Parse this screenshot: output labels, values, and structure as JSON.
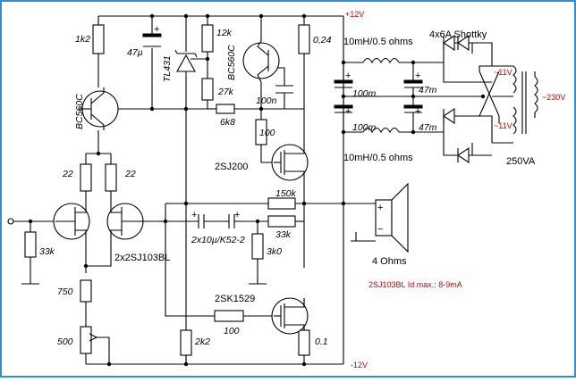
{
  "border_color": "#2f8fd8",
  "labels": {
    "vpos": "+12V",
    "vneg": "-12V",
    "r_1k2": "1k2",
    "c_47u": "47µ",
    "tl431": "TL431",
    "r_12k": "12k",
    "bc560c_top": "BC560C",
    "r_027": "0,24",
    "bc560c_left": "BC560C",
    "r_27k": "27k",
    "r_6k8": "6k8",
    "c_100n": "100n",
    "r_100_top": "100",
    "q_2sj200": "2SJ200",
    "r_22a": "22",
    "r_22b": "22",
    "q_2sj103": "2x2SJ103BL",
    "r_33k_in": "33k",
    "r_150k": "150k",
    "r_33k_fb": "33k",
    "c_2x10u": "2x10µ/K52-2",
    "r_3k0": "3k0",
    "r_750": "750",
    "r_500": "500",
    "r_2k2": "2k2",
    "r_100_bot": "100",
    "q_2sk1529": "2SK1529",
    "r_01": "0.1",
    "shottky": "4x6A Shottky",
    "ind_top": "10mH/0.5 ohms",
    "ind_bot": "10mH/0.5 ohms",
    "c_100m_a": "100m",
    "c_47m_a": "47m",
    "c_100m_b": "100m",
    "c_47m_b": "47m",
    "ac_11v_a": "~11V",
    "ac_11v_b": "~11V",
    "ac_230v": "~230V",
    "trafo_va": "250VA",
    "speaker": "4 Ohms",
    "note": "2SJ103BL  Id max.: 8-9mA",
    "plus": "+",
    "minus": "−"
  }
}
